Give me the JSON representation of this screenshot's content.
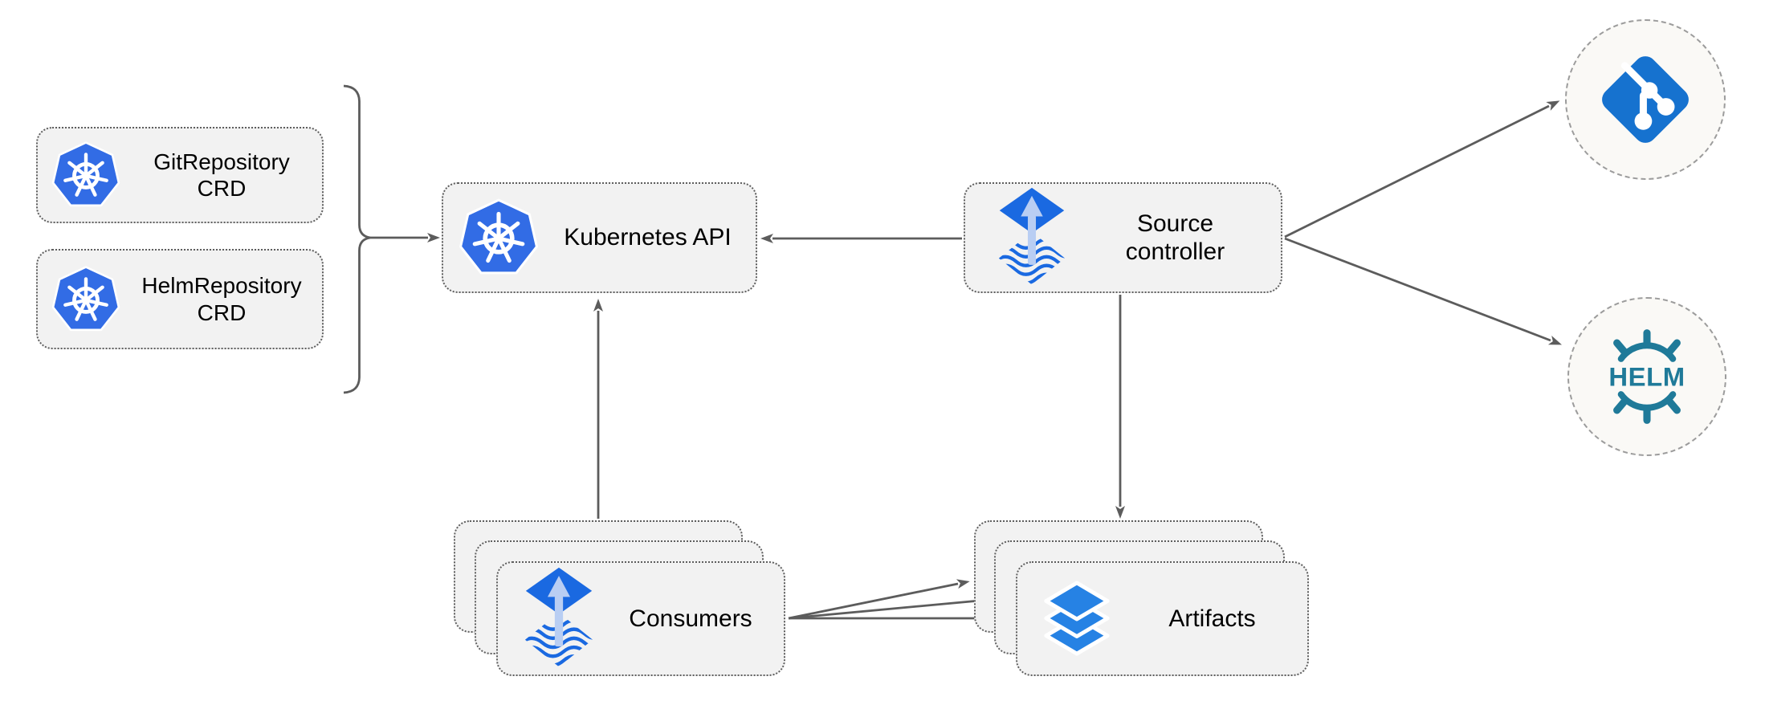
{
  "diagram": {
    "kind": "flux-source-controller-architecture",
    "nodes": {
      "git_repository_crd": {
        "label": "GitRepository CRD",
        "icon": "kubernetes-icon"
      },
      "helm_repository_crd": {
        "label": "HelmRepository CRD",
        "icon": "kubernetes-icon"
      },
      "kubernetes_api": {
        "label": "Kubernetes API",
        "icon": "kubernetes-icon"
      },
      "source_controller": {
        "label": "Source controller",
        "icon": "flux-source-icon"
      },
      "consumers": {
        "label": "Consumers",
        "icon": "flux-source-icon",
        "stacked": 3
      },
      "artifacts": {
        "label": "Artifacts",
        "icon": "layers-icon",
        "stacked": 3
      },
      "git_remote": {
        "label": "",
        "icon": "git-icon"
      },
      "helm_remote": {
        "label": "HELM",
        "icon": "helm-icon"
      }
    },
    "edges": [
      {
        "from": "git_repository_crd + helm_repository_crd (bracket)",
        "to": "kubernetes_api"
      },
      {
        "from": "source_controller",
        "to": "kubernetes_api"
      },
      {
        "from": "source_controller",
        "to": "git_remote"
      },
      {
        "from": "source_controller",
        "to": "helm_remote"
      },
      {
        "from": "source_controller",
        "to": "artifacts"
      },
      {
        "from": "consumers",
        "to": "kubernetes_api"
      },
      {
        "from": "consumers",
        "to": "artifacts",
        "count": 3
      }
    ],
    "colors": {
      "kubernetes_blue": "#326ce5",
      "flux_blue": "#1a69e1",
      "flux_arrow_light": "#b9cef3",
      "git_blue": "#1672cf",
      "helm_teal": "#1f7a99",
      "layers_blue": "#2682e4",
      "node_fill": "#f2f2f2",
      "hub_fill": "#faf9f6",
      "arrow_gray": "#5c5c5c",
      "text": "#000000"
    }
  }
}
